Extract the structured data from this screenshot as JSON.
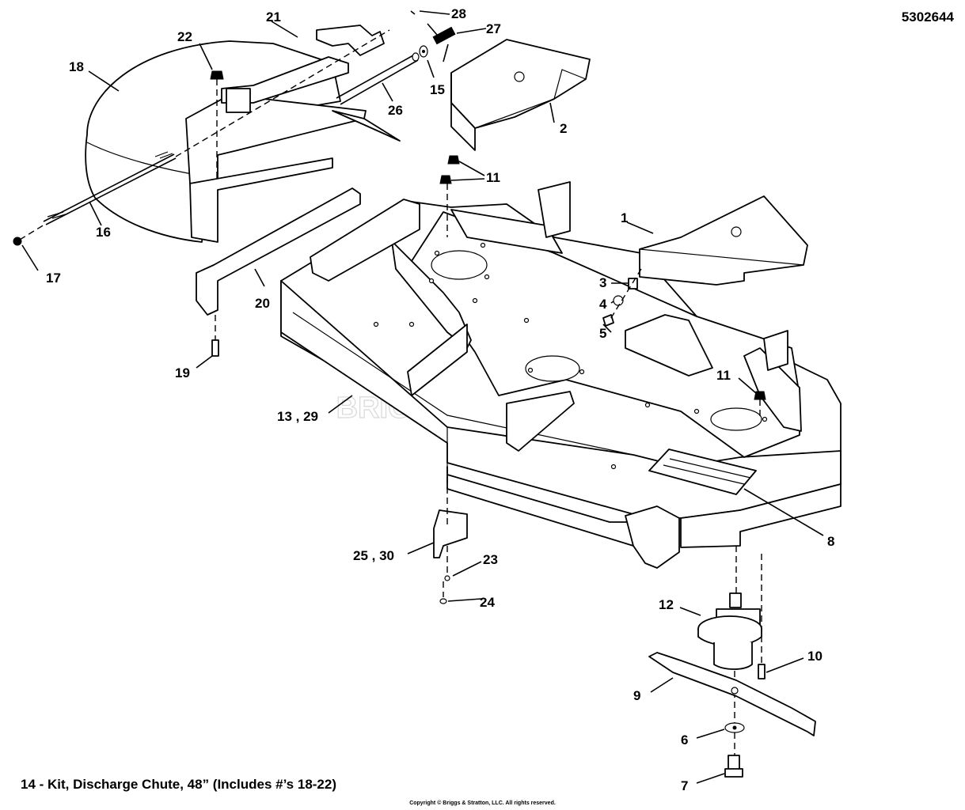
{
  "document": {
    "part_number": "5302644",
    "kit_note": "14 - Kit, Discharge Chute, 48” (Includes #’s 18-22)",
    "copyright": "Copyright © Briggs & Stratton, LLC. All rights reserved.",
    "watermark": "BRIGGS&STRATTON"
  },
  "callouts": {
    "c1": "1",
    "c2": "2",
    "c3": "3",
    "c4": "4",
    "c5": "5",
    "c6": "6",
    "c7": "7",
    "c8": "8",
    "c9": "9",
    "c10": "10",
    "c11a": "11",
    "c11b": "11",
    "c12": "12",
    "c13_29": "13 , 29",
    "c15": "15",
    "c16": "16",
    "c17": "17",
    "c18": "18",
    "c19": "19",
    "c20": "20",
    "c21": "21",
    "c22": "22",
    "c23": "23",
    "c24": "24",
    "c25_30": "25 , 30",
    "c26": "26",
    "c27": "27",
    "c28": "28"
  }
}
